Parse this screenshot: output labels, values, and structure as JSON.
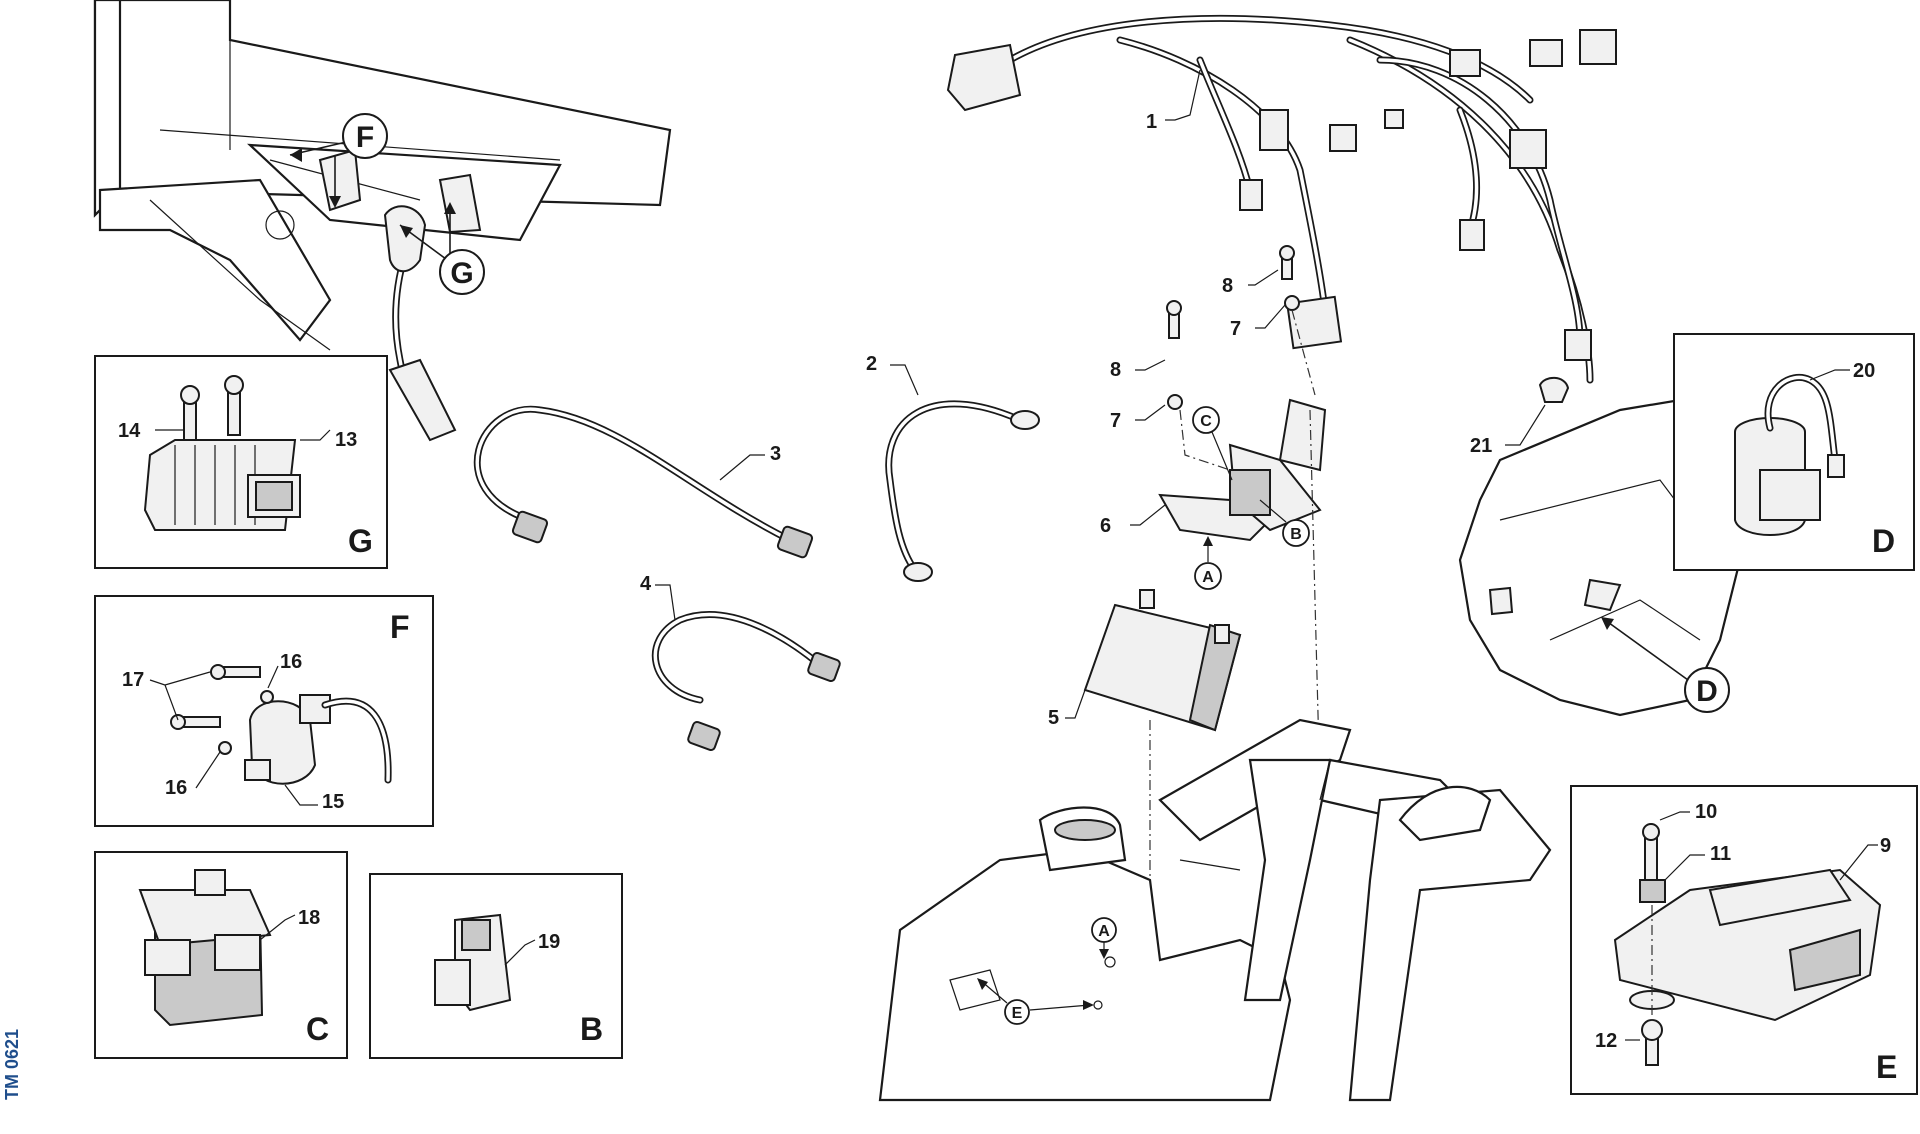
{
  "document_id": "TM 0621",
  "callouts": {
    "c1": "1",
    "c2": "2",
    "c3": "3",
    "c4": "4",
    "c5": "5",
    "c6": "6",
    "c7a": "7",
    "c7b": "7",
    "c8a": "8",
    "c8b": "8",
    "c9": "9",
    "c10": "10",
    "c11": "11",
    "c12": "12",
    "c13": "13",
    "c14": "14",
    "c15": "15",
    "c16a": "16",
    "c16b": "16",
    "c17": "17",
    "c18": "18",
    "c19": "19",
    "c20": "20",
    "c21": "21"
  },
  "detail_markers": {
    "F": "F",
    "G": "G",
    "D": "D",
    "A": "A",
    "B": "B",
    "C": "C",
    "E": "E",
    "A2": "A"
  },
  "inset_labels": {
    "G": "G",
    "F": "F",
    "C": "C",
    "B": "B",
    "D": "D",
    "E": "E"
  }
}
